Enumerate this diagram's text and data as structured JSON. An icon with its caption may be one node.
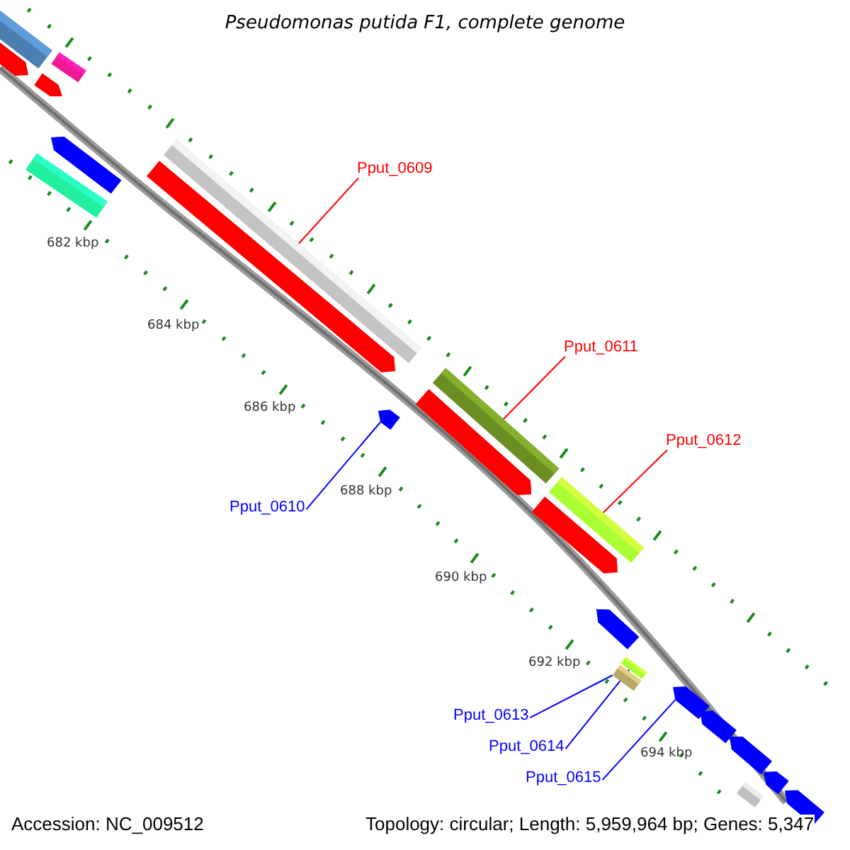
{
  "diagram": {
    "title": "Pseudomonas putida F1, complete genome",
    "nodes": [
      {
        "text": [
          "Pput_0609"
        ]
      },
      {
        "text": [],
        "shape": "bar"
      },
      {
        "text": [
          "Pput_0611"
        ]
      },
      {
        "text": [],
        "shape": "bar"
      },
      {
        "text": [
          "Pput_0612"
        ]
      },
      {
        "text": [],
        "shape": "bar"
      },
      {
        "text": [
          "Pput_0610"
        ]
      },
      {
        "text": [],
        "shape": "arrow"
      },
      {
        "text": [
          "Pput_0613"
        ]
      },
      {
        "text": [],
        "shape": "bar"
      },
      {
        "text": [
          "Pput_0614"
        ]
      },
      {
        "text": [],
        "shape": "bar"
      },
      {
        "text": [
          "Pput_0615"
        ]
      },
      {
        "text": [],
        "shape": "arrow"
      },
      {
        "text": [],
        "shape": "bar"
      },
      {
        "text": [],
        "shape": "arrow"
      },
      {
        "text": [],
        "shape": "bar"
      },
      {
        "text": [],
        "shape": "arrow"
      },
      {
        "text": [],
        "shape": "arrow"
      },
      {
        "text": [],
        "shape": "bar"
      },
      {
        "text": [],
        "shape": "arrow"
      },
      {
        "text": [],
        "shape": "arrow"
      },
      {
        "text": [],
        "shape": "arrow"
      },
      {
        "text": [],
        "shape": "arrow"
      },
      {
        "text": [],
        "shape": "arrow"
      },
      {
        "text": [],
        "shape": "arrow"
      },
      {
        "text": [],
        "shape": "arrow"
      },
      {
        "text": [],
        "shape": "arrow"
      },
      {
        "text": [],
        "shape": "bar"
      }
    ],
    "edges": [
      {
        "from": 0,
        "to": 1,
        "arrow": "none",
        "color": "#ff0000"
      },
      {
        "from": 2,
        "to": 3,
        "arrow": "none",
        "color": "#ff0000"
      },
      {
        "from": 4,
        "to": 5,
        "arrow": "none",
        "color": "#ff0000"
      },
      {
        "from": 6,
        "to": 7,
        "arrow": "none"
      },
      {
        "from": 8,
        "to": 9,
        "arrow": "none"
      },
      {
        "from": 10,
        "to": 11,
        "arrow": "none"
      },
      {
        "from": 12,
        "to": 13,
        "arrow": "none"
      }
    ],
    "labels": [
      "682 kbp",
      "684 kbp",
      "686 kbp",
      "688 kbp",
      "690 kbp",
      "692 kbp",
      "694 kbp",
      "Accession: NC_009512",
      "Topology: circular; Length: 5,959,964 bp; Genes: 5,347"
    ]
  }
}
